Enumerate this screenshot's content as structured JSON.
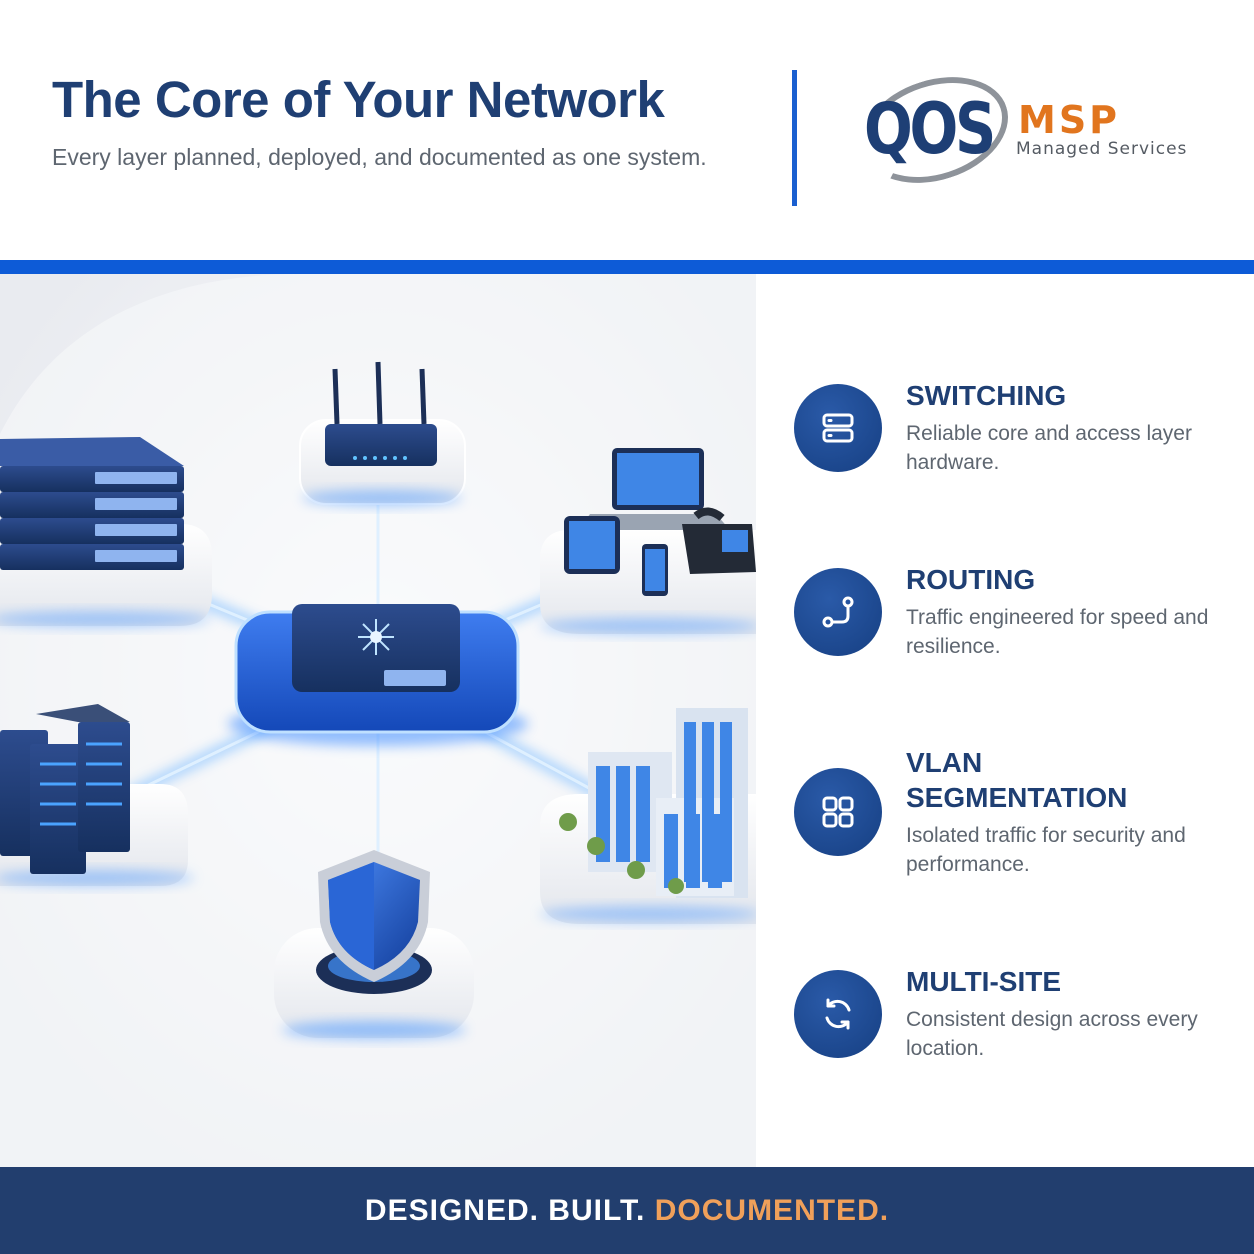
{
  "header": {
    "title": "The Core of Your Network",
    "subtitle": "Every layer planned, deployed, and documented as one system."
  },
  "logo": {
    "mark": "QOS",
    "brand": "MSP",
    "tagline": "Managed Services"
  },
  "colors": {
    "navy": "#1f3f73",
    "accent_blue": "#0d5bd7",
    "orange": "#e1751e",
    "footer_bg": "#223e6e"
  },
  "illustration": {
    "hub": "core-switch-icon",
    "nodes": [
      "router-icon",
      "switch-stack-icon",
      "devices-icon",
      "server-rack-icon",
      "buildings-icon",
      "shield-icon"
    ]
  },
  "features": [
    {
      "title": "SWITCHING",
      "description": "Reliable core and access layer hardware.",
      "icon": "server-stack-icon"
    },
    {
      "title": "ROUTING",
      "description": "Traffic engineered for speed and resilience.",
      "icon": "route-icon"
    },
    {
      "title": "VLAN SEGMENTATION",
      "description": "Isolated traffic for security and performance.",
      "icon": "grid-icon"
    },
    {
      "title": "MULTI-SITE",
      "description": "Consistent design across every location.",
      "icon": "refresh-icon"
    }
  ],
  "footer": {
    "part1": "DESIGNED. BUILT.",
    "part2": "DOCUMENTED."
  }
}
